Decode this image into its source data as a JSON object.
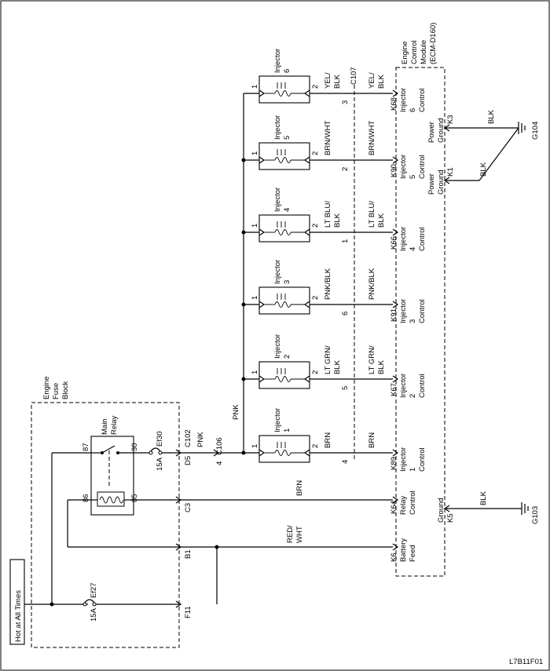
{
  "hot_at_all_times": "Hot at All Times",
  "figure_id": "L7B11F01",
  "fuse_block": {
    "title_lines": [
      "Engine",
      "Fuse",
      "Block"
    ]
  },
  "ecm": {
    "title_lines": [
      "Engine",
      "Control",
      "Module",
      "(ECM-D160)"
    ]
  },
  "main_relay": {
    "label_lines": [
      "Main",
      "Relay"
    ],
    "pins": [
      "87",
      "86",
      "85",
      "30"
    ]
  },
  "fuses": [
    {
      "id": "Ef27",
      "rating": "15A"
    },
    {
      "id": "Ef30",
      "rating": "15A"
    }
  ],
  "fuse_block_pins": [
    "D5",
    "C3",
    "B1",
    "F11"
  ],
  "connectors": {
    "c102": "C102",
    "c106": "C106",
    "c107": "C107"
  },
  "wires": {
    "pnk": "PNK",
    "pnk_vertical": "PNK",
    "c106_pin": "4",
    "relay_control_color": "BRN",
    "battery_feed_color_lines": [
      "RED/",
      "WHT"
    ],
    "ground_color": "BLK"
  },
  "injectors": [
    {
      "label_lines": [
        "Injector",
        "1"
      ],
      "pin1": "1",
      "pin2": "2",
      "wire_lines": [
        "BRN"
      ],
      "ecm_wire_lines": [
        "BRN"
      ],
      "c107_pin": "4",
      "ecm_pin": "K89",
      "ecm_label_lines": [
        "Injector",
        "1",
        "Control"
      ]
    },
    {
      "label_lines": [
        "Injector",
        "2"
      ],
      "pin1": "1",
      "pin2": "2",
      "wire_lines": [
        "LT GRN/",
        "BLK"
      ],
      "ecm_wire_lines": [
        "LT GRN/",
        "BLK"
      ],
      "c107_pin": "5",
      "ecm_pin": "K67",
      "ecm_label_lines": [
        "Injector",
        "2",
        "Control"
      ]
    },
    {
      "label_lines": [
        "Injector",
        "3"
      ],
      "pin1": "1",
      "pin2": "2",
      "wire_lines": [
        "PNK/BLK"
      ],
      "ecm_wire_lines": [
        "PNK/BLK"
      ],
      "c107_pin": "6",
      "ecm_pin": "K91",
      "ecm_label_lines": [
        "Injector",
        "3",
        "Control"
      ]
    },
    {
      "label_lines": [
        "Injector",
        "4"
      ],
      "pin1": "1",
      "pin2": "2",
      "wire_lines": [
        "LT BLU/",
        "BLK"
      ],
      "ecm_wire_lines": [
        "LT BLU/",
        "BLK"
      ],
      "c107_pin": "1",
      "ecm_pin": "K66",
      "ecm_label_lines": [
        "Injector",
        "4",
        "Control"
      ]
    },
    {
      "label_lines": [
        "Injector",
        "5"
      ],
      "pin1": "1",
      "pin2": "2",
      "wire_lines": [
        "BRN/WHT"
      ],
      "ecm_wire_lines": [
        "BRN/WHT"
      ],
      "c107_pin": "2",
      "ecm_pin": "K90",
      "ecm_label_lines": [
        "Injector",
        "5",
        "Control"
      ]
    },
    {
      "label_lines": [
        "Injector",
        "6"
      ],
      "pin1": "1",
      "pin2": "2",
      "wire_lines": [
        "YEL/",
        "BLK"
      ],
      "ecm_wire_lines": [
        "YEL/",
        "BLK"
      ],
      "c107_pin": "3",
      "ecm_pin": "K68",
      "ecm_label_lines": [
        "Injector",
        "6",
        "Control"
      ]
    }
  ],
  "ecm_pins": [
    {
      "pin": "K64",
      "label_lines": [
        "Relay",
        "Control"
      ]
    },
    {
      "pin": "K6",
      "label_lines": [
        "Battery",
        "Feed"
      ]
    },
    {
      "pin": "K5",
      "label_lines": [
        "Ground"
      ],
      "ground": "G103"
    },
    {
      "pin": "K3",
      "label_lines": [
        "Power",
        "Ground"
      ]
    },
    {
      "pin": "K1",
      "label_lines": [
        "Power",
        "Ground"
      ]
    }
  ],
  "ground_g104": "G104"
}
